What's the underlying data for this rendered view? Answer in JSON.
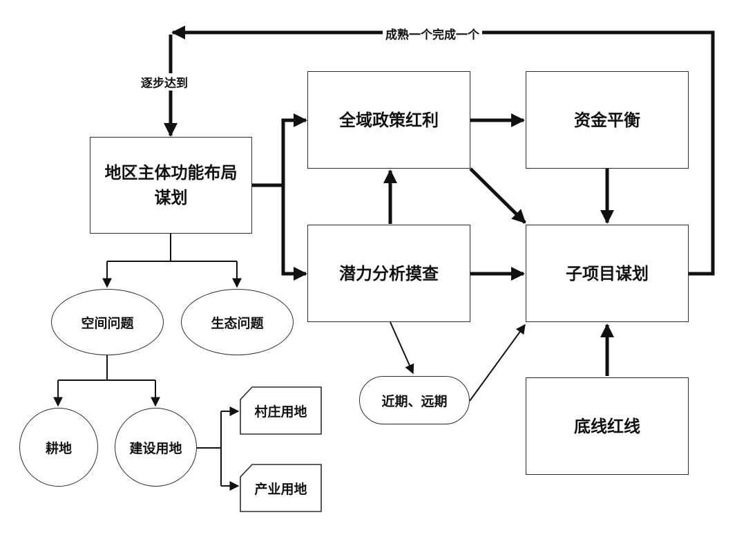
{
  "nodes": {
    "regional_planning": "地区主体功能布局谋划",
    "regional_planning_line1": "地区主体功能布局",
    "regional_planning_line2": "谋划",
    "policy_dividend": "全域政策红利",
    "fund_balance": "资金平衡",
    "potential_analysis": "潜力分析摸查",
    "sub_project_planning": "子项目谋划",
    "baseline_redline": "底线红线",
    "space_issue": "空间问题",
    "ecology_issue": "生态问题",
    "farmland": "耕地",
    "construction_land": "建设用地",
    "village_land": "村庄用地",
    "industrial_land": "产业用地",
    "near_far_term": "近期、远期"
  },
  "edge_labels": {
    "feedback_top": "成熟一个完成一个",
    "feedback_left": "逐步达到"
  }
}
